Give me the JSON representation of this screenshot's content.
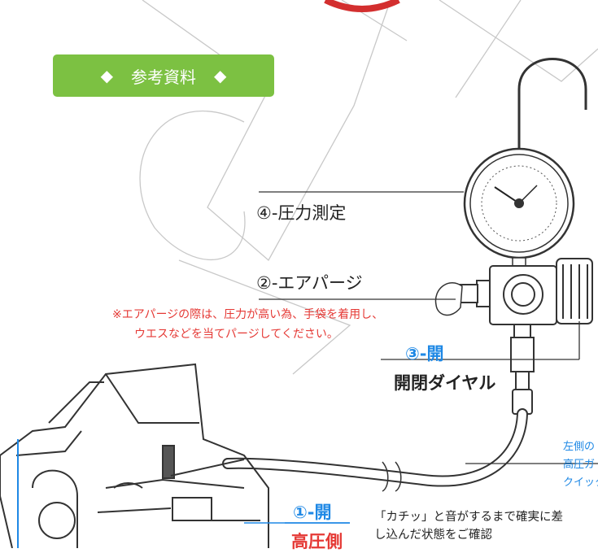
{
  "badge": {
    "left_icon": "diamond-icon",
    "text": "参考資料",
    "right_icon": "diamond-icon",
    "color": "#7cc142"
  },
  "labels": {
    "pressure_measure": "④-圧力測定",
    "air_purge": "②-エアパージ",
    "caution_line1": "※エアパージの際は、圧力が高い為、手袋を着用し、",
    "caution_line2": "ウエスなどを当てパージしてください。",
    "step3": "③-開",
    "open_close_dial": "開閉ダイヤル",
    "step1": "①-開",
    "high_pressure_side": "高圧側",
    "left_note": [
      "左側の",
      "高圧ガ",
      "クイック"
    ],
    "confirm_line1": "「カチッ」と音がするまで確実に差",
    "confirm_line2": "し込んだ状態をご確認"
  },
  "colors": {
    "accent_blue": "#1e88e5",
    "warning_red": "#e53935",
    "badge_green": "#7cc142"
  }
}
